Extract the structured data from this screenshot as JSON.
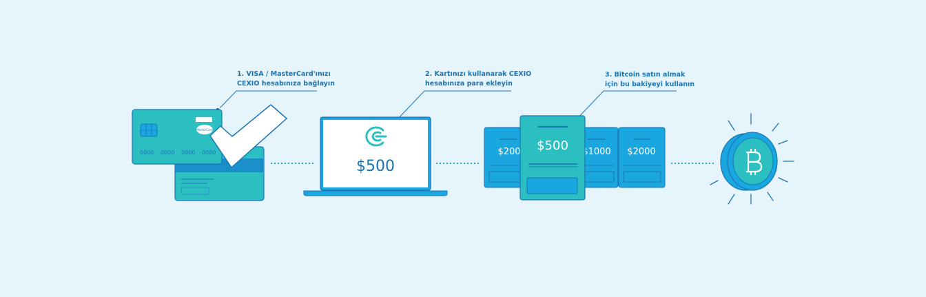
{
  "steps": [
    {
      "line1": "1. VISA / MasterCard'ınızı",
      "line2": "CEXIO hesabınıza bağlayın"
    },
    {
      "line1": "2. Kartınızı kullanarak CEXIO",
      "line2": "hesabınıza para ekleyin"
    },
    {
      "line1": "3. Bitcoin satın almak",
      "line2": "için bu bakiyeyi kullanın"
    }
  ],
  "card": {
    "number_groups": [
      "0000",
      "0000",
      "0000",
      "0000"
    ],
    "brand": "MasterCard"
  },
  "laptop": {
    "amount": "$500"
  },
  "price_cards": [
    "$200",
    "$500",
    "$1000",
    "$2000"
  ],
  "colors": {
    "background": "#e6f4fb",
    "accent": "#1a75b5",
    "teal": "#2bbfc2",
    "blue": "#1aa7e0"
  },
  "icons": [
    "credit-card-icon",
    "checkmark-icon",
    "laptop-icon",
    "cex-logo-icon",
    "bitcoin-coin-icon"
  ]
}
